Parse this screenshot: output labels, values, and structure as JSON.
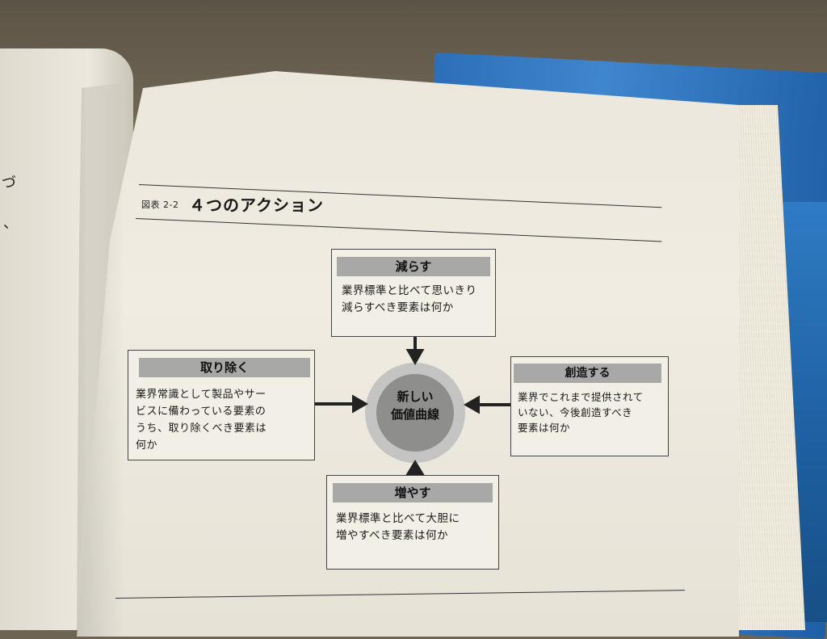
{
  "figure": {
    "label": "図表 2-2",
    "title": "４つのアクション"
  },
  "boxes": {
    "reduce": {
      "title": "減らす",
      "text": "業界標準と比べて思いきり\n減らすべき要素は何か"
    },
    "eliminate": {
      "title": "取り除く",
      "text": "業界常識として製品やサー\nビスに備わっている要素の\nうち、取り除くべき要素は\n何か"
    },
    "create": {
      "title": "創造する",
      "text": "業界でこれまで提供されて\nいない、今後創造すべき\n要素は何か"
    },
    "raise": {
      "title": "増やす",
      "text": "業界標準と比べて大胆に\n増やすべき要素は何か"
    }
  },
  "center": {
    "text": "新しい\n価値曲線"
  },
  "left_page": {
    "marks": [
      "づ",
      "、"
    ]
  },
  "colors": {
    "page": "#ece8de",
    "box_title_fill": "#a8a8a6",
    "circle_outer": "#c4c4c2",
    "circle_inner": "#8e8e8c",
    "blue_cover": "#2f7bc4"
  }
}
